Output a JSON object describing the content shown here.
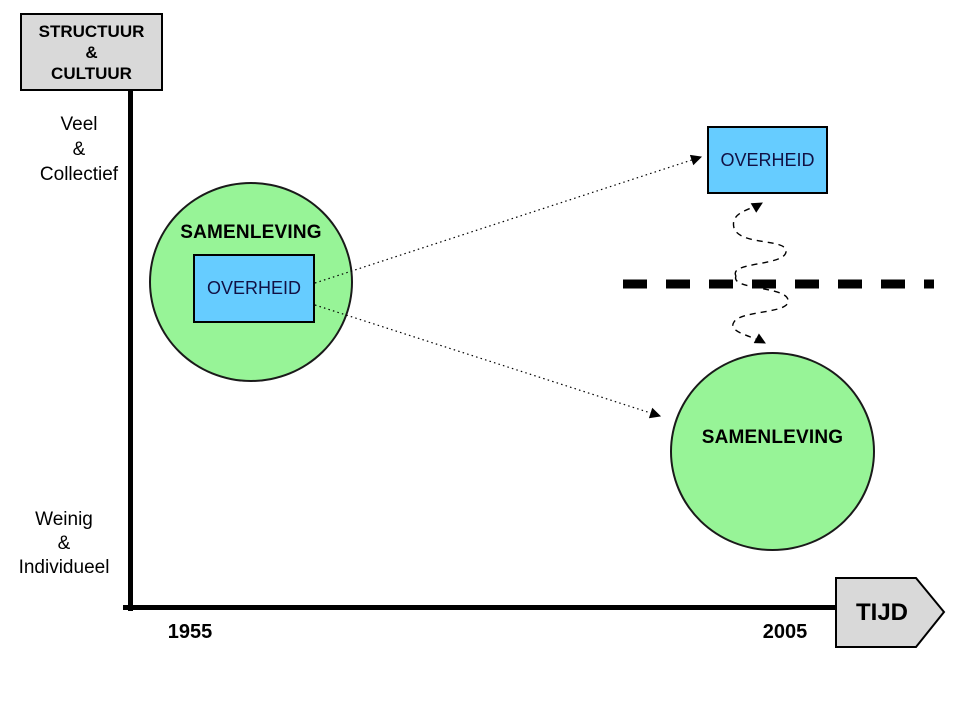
{
  "corner_box": {
    "line1": "STRUCTUUR",
    "line2": "&",
    "line3": "CULTUUR"
  },
  "y_axis": {
    "top_label": {
      "line1": "Veel",
      "line2": "&",
      "line3": "Collectief"
    },
    "bottom_label": {
      "line1": "Weinig",
      "line2": "&",
      "line3": "Individueel"
    }
  },
  "x_axis": {
    "start_year": "1955",
    "end_year": "2005",
    "arrow_label": "TIJD"
  },
  "shapes": {
    "left_circle_label": "SAMENLEVING",
    "left_box_label": "OVERHEID",
    "top_right_box_label": "OVERHEID",
    "bottom_right_circle_label": "SAMENLEVING"
  },
  "colors": {
    "background": "#FFFFFF",
    "circle_fill": "#97F497",
    "box_fill": "#66CCFF",
    "box_text": "#111144",
    "gray_fill": "#D9D9D9",
    "line": "#000000"
  }
}
